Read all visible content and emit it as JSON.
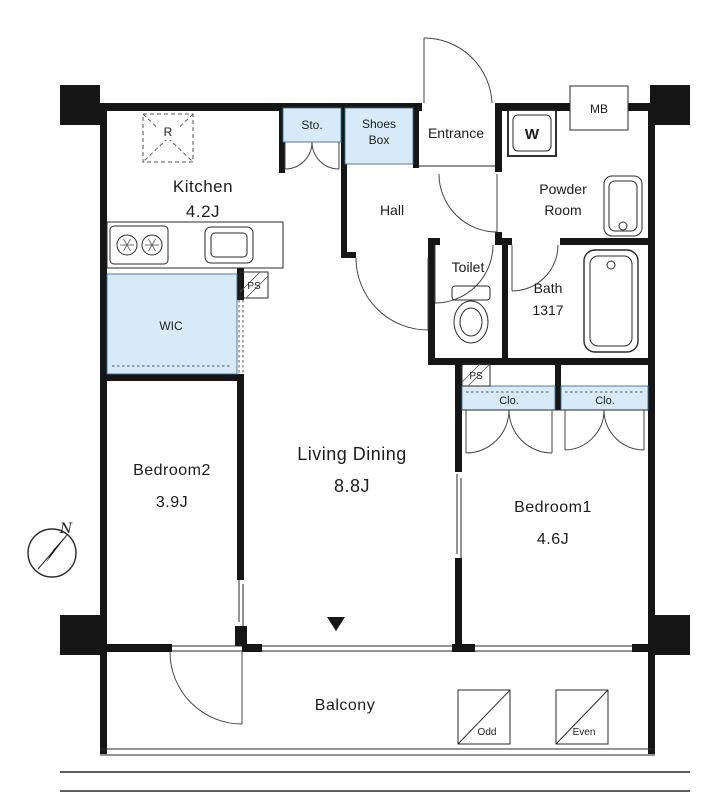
{
  "plan": {
    "rooms": {
      "kitchen": {
        "name": "Kitchen",
        "size": "4.2J"
      },
      "wic": {
        "name": "WIC"
      },
      "bedroom2": {
        "name": "Bedroom2",
        "size": "3.9J"
      },
      "living_dining": {
        "name": "Living Dining",
        "size": "8.8J"
      },
      "bedroom1": {
        "name": "Bedroom1",
        "size": "4.6J"
      },
      "hall": {
        "name": "Hall"
      },
      "entrance": {
        "name": "Entrance"
      },
      "powder_room": {
        "name_line1": "Powder",
        "name_line2": "Room"
      },
      "toilet": {
        "name": "Toilet"
      },
      "bath": {
        "name": "Bath",
        "size": "1317"
      },
      "balcony": {
        "name": "Balcony"
      }
    },
    "features": {
      "refrigerator": "R",
      "storage": "Sto.",
      "shoes_box_line1": "Shoes",
      "shoes_box_line2": "Box",
      "washing_machine": "W",
      "meter_box": "MB",
      "pipe_space_kitchen": "PS",
      "pipe_space_bath": "PS",
      "closet_left": "Clo.",
      "closet_right": "Clo.",
      "hatch_odd": "Odd",
      "hatch_even": "Even",
      "compass_north": "N"
    },
    "colors": {
      "storage_fill": "#d8eaf7",
      "wall": "#161616",
      "background": "#ffffff"
    }
  }
}
